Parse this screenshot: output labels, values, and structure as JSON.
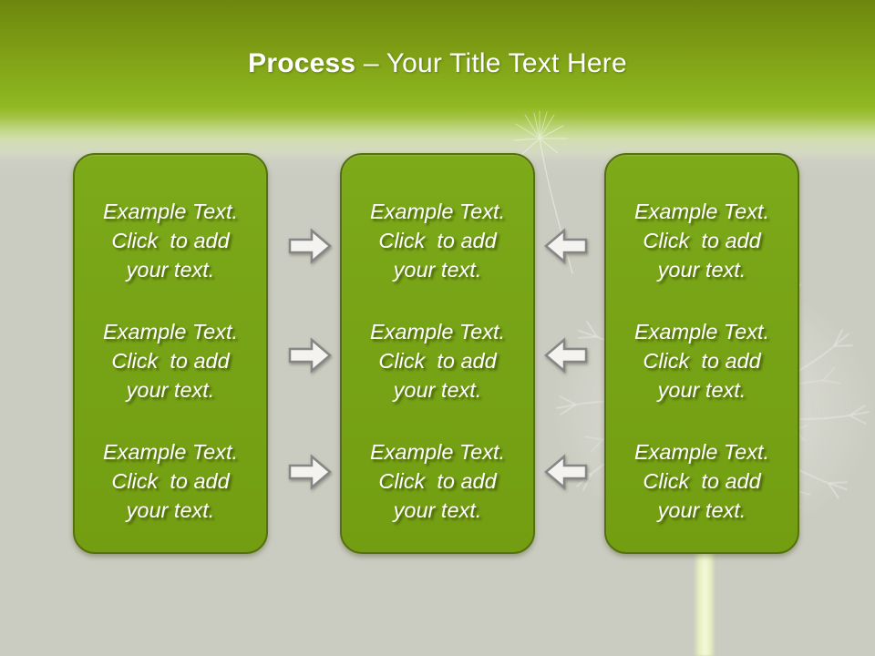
{
  "header": {
    "title_bold": "Process",
    "title_rest": " – Your Title Text Here"
  },
  "columns": [
    {
      "name": "left",
      "blocks": [
        {
          "lines": [
            "Example Text.",
            "Click  to add",
            "your text."
          ]
        },
        {
          "lines": [
            "Example Text.",
            "Click  to add",
            "your text."
          ]
        },
        {
          "lines": [
            "Example Text.",
            "Click  to add",
            "your text."
          ]
        }
      ]
    },
    {
      "name": "center",
      "blocks": [
        {
          "lines": [
            "Example Text.",
            "Click  to add",
            "your text."
          ]
        },
        {
          "lines": [
            "Example Text.",
            "Click  to add",
            "your text."
          ]
        },
        {
          "lines": [
            "Example Text.",
            "Click  to add",
            "your text."
          ]
        }
      ]
    },
    {
      "name": "right",
      "blocks": [
        {
          "lines": [
            "Example Text.",
            "Click  to add",
            "your text."
          ]
        },
        {
          "lines": [
            "Example Text.",
            "Click  to add",
            "your text."
          ]
        },
        {
          "lines": [
            "Example Text.",
            "Click  to add",
            "your text."
          ]
        }
      ]
    }
  ],
  "arrows": [
    {
      "direction": "right"
    },
    {
      "direction": "right"
    },
    {
      "direction": "right"
    },
    {
      "direction": "left"
    },
    {
      "direction": "left"
    },
    {
      "direction": "left"
    }
  ],
  "decoration": "dandelion seed head with stem and one floating seed",
  "colors": {
    "header_green_top": "#6d870e",
    "header_green_bright": "#8db61e",
    "background_gray": "#cbccc1",
    "box_fill": "#77a316",
    "box_border": "#55700f",
    "text_white": "#ffffff",
    "arrow_fill": "#f4f3f0",
    "arrow_stroke": "#868686",
    "stem_green": "#edf4cd"
  }
}
